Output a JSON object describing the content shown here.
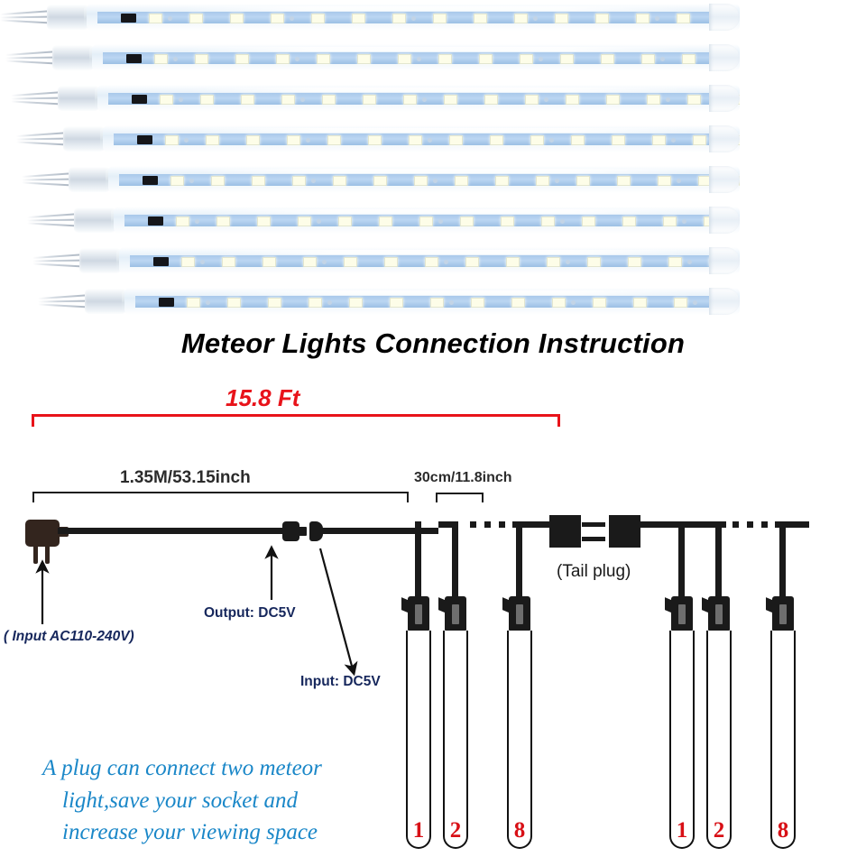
{
  "title": "Meteor Lights Connection Instruction",
  "photos": {
    "tube_count": 8,
    "leds_per_tube": 15,
    "description": "LED meteor shower light tubes"
  },
  "dimensions": {
    "total_length": "15.8 Ft",
    "lead_length": "1.35M/53.15inch",
    "tube_spacing": "30cm/11.8inch"
  },
  "labels": {
    "input_ac": "( Input AC110-240V)",
    "output_dc": "Output: DC5V",
    "input_dc": "Input: DC5V",
    "tail_plug": "(Tail plug)"
  },
  "caption": {
    "line1": "A plug can connect two meteor",
    "line2": "light,save your socket and",
    "line3": "increase your viewing space"
  },
  "tube_numbers": {
    "group_left": [
      "1",
      "2",
      "8"
    ],
    "group_right": [
      "1",
      "2",
      "8"
    ]
  },
  "colors": {
    "dimension_red": "#e8131a",
    "number_red": "#d81016",
    "caption_blue": "#1a87c8",
    "label_navy": "#16275c",
    "wire_black": "#1a1a1a"
  }
}
